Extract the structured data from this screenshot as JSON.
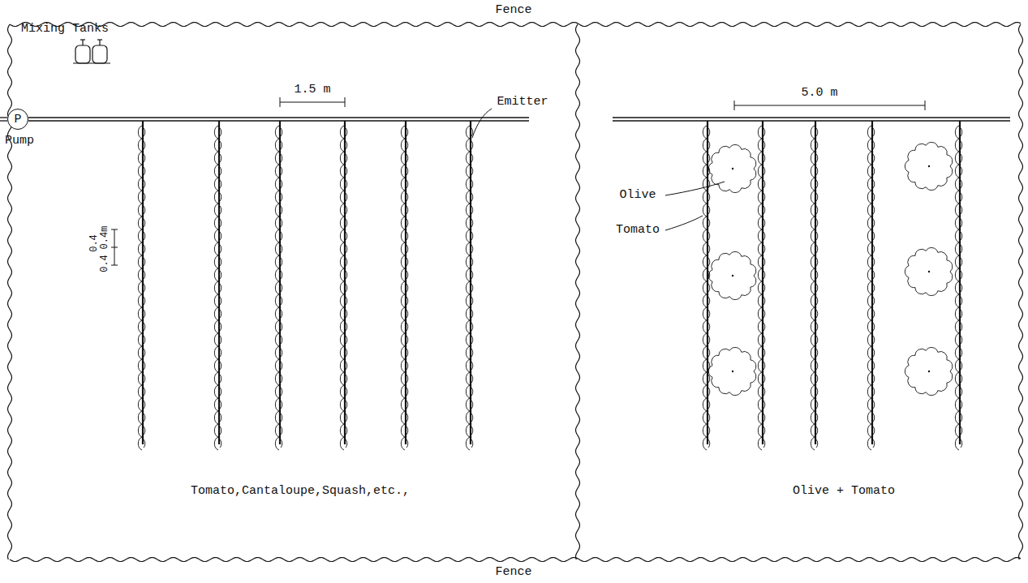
{
  "diagram": {
    "nodes": [
      {
        "text": [
          "P"
        ]
      }
    ],
    "labels": [
      "Fence",
      "Mixing Tanks",
      "1.5 m",
      "Pump",
      "Emitter",
      "0.4",
      "0.4m",
      "0.4",
      "5.0 m",
      "Olive",
      "Tomato",
      "Tomato,Cantaloupe,Squash,etc.,",
      "Olive + Tomato",
      "Fence"
    ]
  }
}
